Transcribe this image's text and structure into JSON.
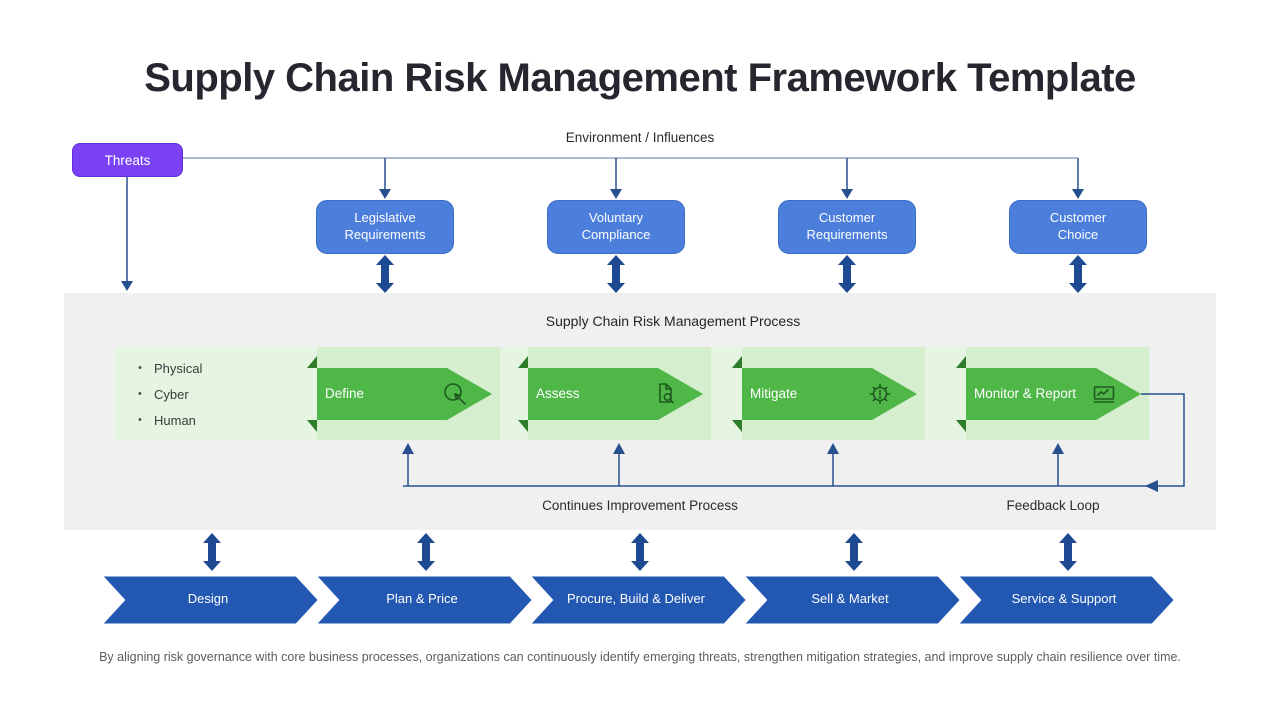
{
  "title": "Supply Chain Risk Management Framework Template",
  "environment_label": "Environment / Influences",
  "threats": {
    "label": "Threats"
  },
  "influences": {
    "items": [
      {
        "label": "Legislative Requirements"
      },
      {
        "label": "Voluntary Compliance"
      },
      {
        "label": "Customer Requirements"
      },
      {
        "label": "Customer Choice"
      }
    ]
  },
  "process": {
    "heading": "Supply Chain Risk Management Process",
    "risk_types": [
      "Physical",
      "Cyber",
      "Human"
    ],
    "steps": [
      {
        "label": "Define",
        "icon": "click-target-icon"
      },
      {
        "label": "Assess",
        "icon": "document-search-icon"
      },
      {
        "label": "Mitigate",
        "icon": "gear-alert-icon"
      },
      {
        "label": "Monitor & Report",
        "icon": "line-chart-icon"
      }
    ],
    "improvement_label": "Continues Improvement Process",
    "feedback_label": "Feedback Loop"
  },
  "value_chain": {
    "items": [
      {
        "label": "Design"
      },
      {
        "label": "Plan & Price"
      },
      {
        "label": "Procure, Build & Deliver"
      },
      {
        "label": "Sell & Market"
      },
      {
        "label": "Service & Support"
      }
    ]
  },
  "caption": "By aligning risk governance with core business processes, organizations can continuously identify emerging threats, strengthen mitigation strategies, and improve supply chain resilience over time.",
  "colors": {
    "threats_purple": "#7A42F4",
    "influence_blue": "#4C7EDC",
    "process_green": "#4FB648",
    "process_green_dark": "#2E7D2A",
    "panel_green": "#D5EFCE",
    "strip_green": "#E5F5E1",
    "value_chain_blue": "#2257B2",
    "connector_navy": "#27508F",
    "band_gray": "#F0F0F1"
  }
}
